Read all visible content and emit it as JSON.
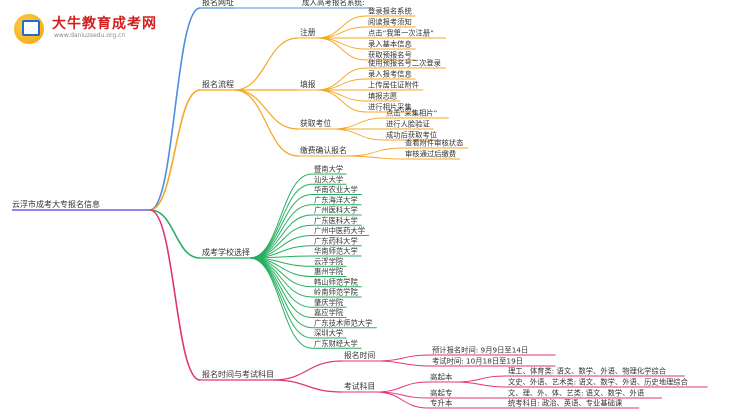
{
  "logo": {
    "name": "大牛教育成考网",
    "url": "www.daniuzsedu.org.cn"
  },
  "root": "云浮市成考大专报名信息",
  "branches": [
    {
      "label": "报名网址",
      "color": "#4a90e2",
      "children": [
        {
          "label": "成人高考报名系统:"
        }
      ]
    },
    {
      "label": "报名流程",
      "color": "#f5a623",
      "children": [
        {
          "label": "注册",
          "children": [
            "登录报名系统",
            "阅读报考须知",
            "点击“我第一次注册”",
            "录入基本信息",
            "获取预报名号"
          ]
        },
        {
          "label": "填报",
          "children": [
            "使用预报名号二次登录",
            "录入报考信息",
            "上传居住证附件",
            "填报志愿",
            "进行相片采集"
          ]
        },
        {
          "label": "获取考位",
          "children": [
            "点击“采集相片”",
            "进行人脸验证",
            "成功后获取考位"
          ]
        },
        {
          "label": "缴费确认报名",
          "children": [
            "查看附件审核状态",
            "审核通过后缴费"
          ]
        }
      ]
    },
    {
      "label": "成考学校选择",
      "color": "#27ae60",
      "children": [
        "暨南大学",
        "汕头大学",
        "华南农业大学",
        "广东海洋大学",
        "广州医科大学",
        "广东医科大学",
        "广州中医药大学",
        "广东药科大学",
        "华南师范大学",
        "云浮学院",
        "惠州学院",
        "韩山师范学院",
        "岭南师范学院",
        "肇庆学院",
        "嘉应学院",
        "广东技术师范大学",
        "深圳大学",
        "广东财经大学"
      ]
    },
    {
      "label": "报名时间与考试科目",
      "color": "#e0337a",
      "children": [
        {
          "label": "报名时间",
          "children": [
            "预计报名时间: 9月9日至14日",
            "考试时间: 10月18日至19日"
          ]
        },
        {
          "label": "考试科目",
          "children": [
            {
              "label": "高起本",
              "children": [
                "理工、体育类: 语文、数学、外语、物理化学综合",
                "文史、外语、艺术类: 语文、数学、外语、历史地理综合"
              ]
            },
            {
              "label": "高起专",
              "children": [
                "文、理、外、体、艺类: 语文、数学、外语"
              ]
            },
            {
              "label": "专升本",
              "children": [
                "统考科目: 政治、英语、专业基础课"
              ]
            }
          ]
        }
      ]
    }
  ]
}
